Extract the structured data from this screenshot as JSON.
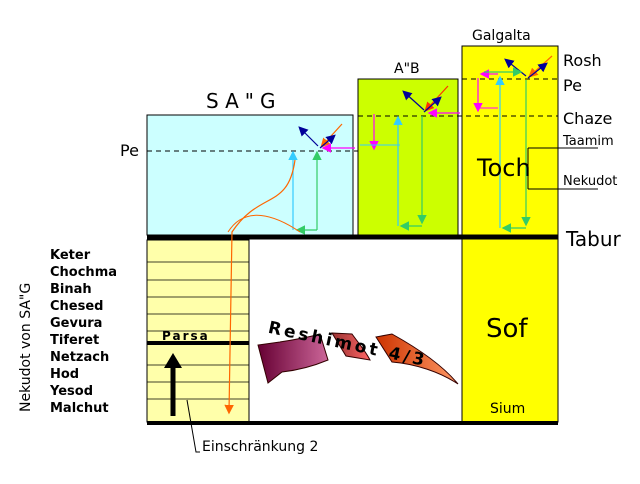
{
  "columns": {
    "sag": "SA\"G",
    "ab": "A\"B",
    "galgalta": "Galgalta"
  },
  "levels": {
    "pe_left": "Pe",
    "rosh": "Rosh",
    "pe_right": "Pe",
    "chaze": "Chaze",
    "taamim": "Taamim",
    "nekudot": "Nekudot",
    "tabur": "Tabur"
  },
  "body": {
    "toch": "Toch",
    "sof": "Sof",
    "sium": "Sium"
  },
  "side_label": "Nekudot von SA\"G",
  "sefirot": [
    "Keter",
    "Chochma",
    "Binah",
    "Chesed",
    "Gevura",
    "Tiferet",
    "Netzach",
    "Hod",
    "Yesod",
    "Malchut"
  ],
  "parsa": "Parsa",
  "reshimot": "Reshimot 4/3",
  "restriction": "Einschränkung 2",
  "colors": {
    "sag_fill": "#ccffff",
    "ab_fill": "#ccff00",
    "galgalta_fill": "#ffff00",
    "sefirot_fill": "#ffffaa",
    "light_blue": "#33ccff",
    "light_green": "#33cc66",
    "magenta": "#ff00ff",
    "orange": "#ff6600",
    "dark_blue": "#000099",
    "reshimot_dark": "#990066",
    "reshimot_mid": "#cc3366",
    "reshimot_light": "#ff6633"
  }
}
